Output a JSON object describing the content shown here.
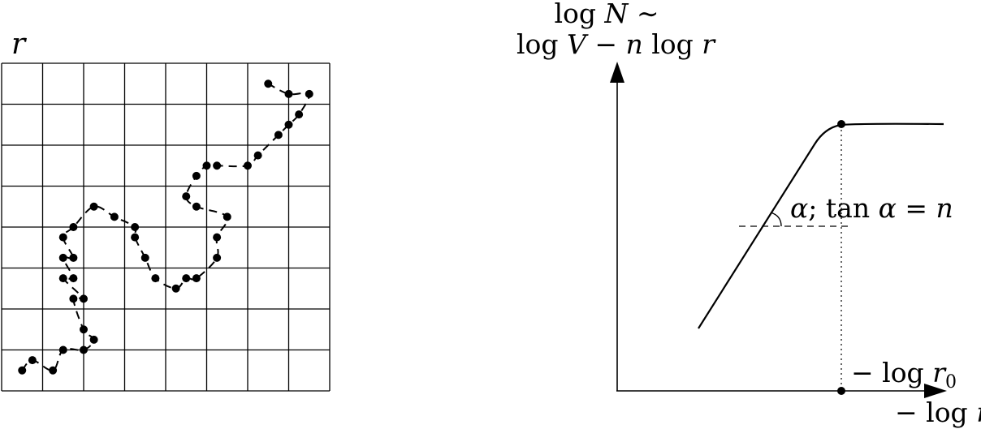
{
  "left_panel": {
    "label": "r",
    "grid": {
      "rows": 8,
      "cols": 8
    },
    "points": [
      [
        0.5,
        7.5
      ],
      [
        0.75,
        7.25
      ],
      [
        1.25,
        7.5
      ],
      [
        1.5,
        7.0
      ],
      [
        2.0,
        7.0
      ],
      [
        2.25,
        6.75
      ],
      [
        2.0,
        6.5
      ],
      [
        1.75,
        5.75
      ],
      [
        2.0,
        5.75
      ],
      [
        1.5,
        5.25
      ],
      [
        1.75,
        5.25
      ],
      [
        1.5,
        4.75
      ],
      [
        1.75,
        4.75
      ],
      [
        1.5,
        4.25
      ],
      [
        1.75,
        4.0
      ],
      [
        2.25,
        3.5
      ],
      [
        2.75,
        3.75
      ],
      [
        3.25,
        4.0
      ],
      [
        3.25,
        4.25
      ],
      [
        3.5,
        4.75
      ],
      [
        3.75,
        5.25
      ],
      [
        4.25,
        5.5
      ],
      [
        4.5,
        5.25
      ],
      [
        4.75,
        5.25
      ],
      [
        5.25,
        4.75
      ],
      [
        5.25,
        4.25
      ],
      [
        5.5,
        3.75
      ],
      [
        4.75,
        3.5
      ],
      [
        4.5,
        3.25
      ],
      [
        4.75,
        2.75
      ],
      [
        5.0,
        2.5
      ],
      [
        5.25,
        2.5
      ],
      [
        6.0,
        2.5
      ],
      [
        6.25,
        2.25
      ],
      [
        6.75,
        1.75
      ],
      [
        7.0,
        1.5
      ],
      [
        7.25,
        1.25
      ],
      [
        7.5,
        0.75
      ],
      [
        7.0,
        0.75
      ],
      [
        6.5,
        0.5
      ]
    ]
  },
  "right_panel": {
    "y_axis_label_line1": "log N ~",
    "y_axis_label_line2": "log V − n log r",
    "x_axis_label": "− log r",
    "breakpoint_label": "− log r₀",
    "angle_label": "α; tan α = n"
  },
  "colors": {
    "ink": "#000000",
    "background": "#ffffff"
  }
}
